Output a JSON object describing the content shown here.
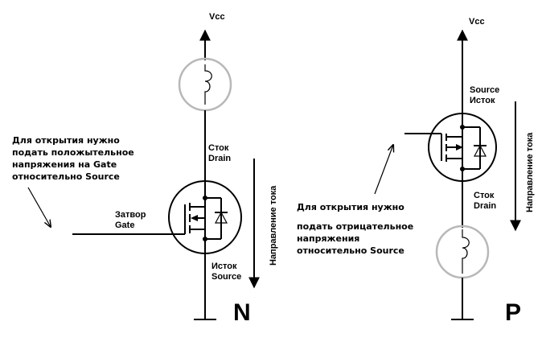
{
  "n_circuit": {
    "vcc": "Vcc",
    "drain": [
      "Сток",
      "Drain"
    ],
    "gate": [
      "Затвор",
      "Gate"
    ],
    "source": [
      "Исток",
      "Source"
    ],
    "current_direction": "Направление тока",
    "note": [
      "Для открытия нужно",
      "подать положытельное",
      "напряжения на Gate",
      "относительно Source"
    ],
    "type_letter": "N"
  },
  "p_circuit": {
    "vcc": "Vcc",
    "source": [
      "Source",
      "Исток"
    ],
    "drain": [
      "Сток",
      "Drain"
    ],
    "current_direction": "Направление тока",
    "note": [
      "Для открытия нужно",
      "подать отрицательное",
      "напряжения",
      "относительно Source"
    ],
    "type_letter": "P"
  },
  "colors": {
    "wire": "#000000",
    "lamp": "#b8b8b8",
    "background": "#ffffff"
  }
}
